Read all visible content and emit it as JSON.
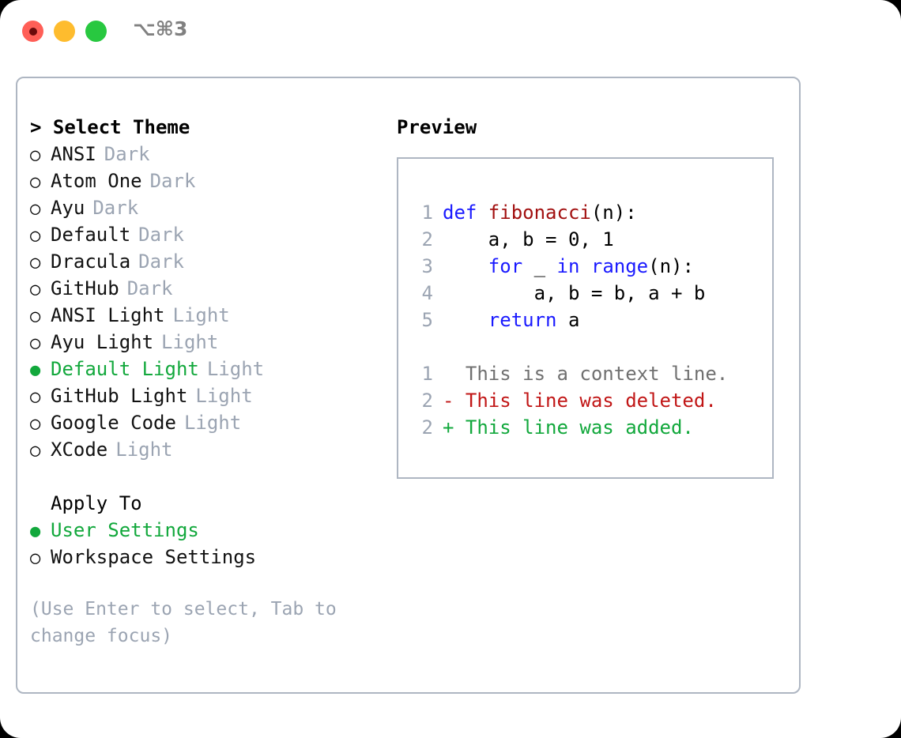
{
  "titlebar": {
    "shortcut": "⌥⌘3",
    "buttons": [
      {
        "name": "close",
        "color": "#ff5f57"
      },
      {
        "name": "minimize",
        "color": "#febc2e"
      },
      {
        "name": "zoom",
        "color": "#28c840"
      }
    ]
  },
  "theme_panel": {
    "header": "> Select Theme",
    "items": [
      {
        "marker": "○",
        "label": "ANSI",
        "tag": "Dark",
        "selected": false
      },
      {
        "marker": "○",
        "label": "Atom One",
        "tag": "Dark",
        "selected": false
      },
      {
        "marker": "○",
        "label": "Ayu",
        "tag": "Dark",
        "selected": false
      },
      {
        "marker": "○",
        "label": "Default",
        "tag": "Dark",
        "selected": false
      },
      {
        "marker": "○",
        "label": "Dracula",
        "tag": "Dark",
        "selected": false
      },
      {
        "marker": "○",
        "label": "GitHub",
        "tag": "Dark",
        "selected": false
      },
      {
        "marker": "○",
        "label": "ANSI Light",
        "tag": "Light",
        "selected": false
      },
      {
        "marker": "○",
        "label": "Ayu Light",
        "tag": "Light",
        "selected": false
      },
      {
        "marker": "●",
        "label": "Default Light",
        "tag": "Light",
        "selected": true
      },
      {
        "marker": "○",
        "label": "GitHub Light",
        "tag": "Light",
        "selected": false
      },
      {
        "marker": "○",
        "label": "Google Code",
        "tag": "Light",
        "selected": false
      },
      {
        "marker": "○",
        "label": "XCode",
        "tag": "Light",
        "selected": false
      }
    ]
  },
  "apply_to": {
    "header": "Apply To",
    "options": [
      {
        "marker": "●",
        "label": "User Settings",
        "selected": true
      },
      {
        "marker": "○",
        "label": "Workspace Settings",
        "selected": false
      }
    ]
  },
  "hint": "(Use Enter to select, Tab to change focus)",
  "preview": {
    "title": "Preview",
    "code_lines": [
      {
        "num": "1",
        "segments": [
          {
            "text": "def ",
            "style": "kw"
          },
          {
            "text": "fibonacci",
            "style": "fn"
          },
          {
            "text": "(n):",
            "style": "plain"
          }
        ]
      },
      {
        "num": "2",
        "segments": [
          {
            "text": "    a, b = 0, 1",
            "style": "plain"
          }
        ]
      },
      {
        "num": "3",
        "segments": [
          {
            "text": "    ",
            "style": "plain"
          },
          {
            "text": "for",
            "style": "kw"
          },
          {
            "text": " _ ",
            "style": "plain"
          },
          {
            "text": "in",
            "style": "kw"
          },
          {
            "text": " ",
            "style": "plain"
          },
          {
            "text": "range",
            "style": "kw"
          },
          {
            "text": "(n):",
            "style": "plain"
          }
        ]
      },
      {
        "num": "4",
        "segments": [
          {
            "text": "        a, b = b, a + b",
            "style": "plain"
          }
        ]
      },
      {
        "num": "5",
        "segments": [
          {
            "text": "    ",
            "style": "plain"
          },
          {
            "text": "return",
            "style": "kw"
          },
          {
            "text": " a",
            "style": "plain"
          }
        ]
      }
    ],
    "diff_lines": [
      {
        "num": "1",
        "text": "  This is a context line.",
        "kind": "context"
      },
      {
        "num": "2",
        "text": "- This line was deleted.",
        "kind": "deleted"
      },
      {
        "num": "2",
        "text": "+ This line was added.",
        "kind": "added"
      }
    ]
  },
  "colors": {
    "accent_green": "#12a83c",
    "muted": "#9ba4b2",
    "keyword_blue": "#1a1aff",
    "function_red": "#a21010",
    "diff_deleted": "#c11616",
    "diff_added": "#12a83c",
    "border": "#aeb6c2"
  }
}
